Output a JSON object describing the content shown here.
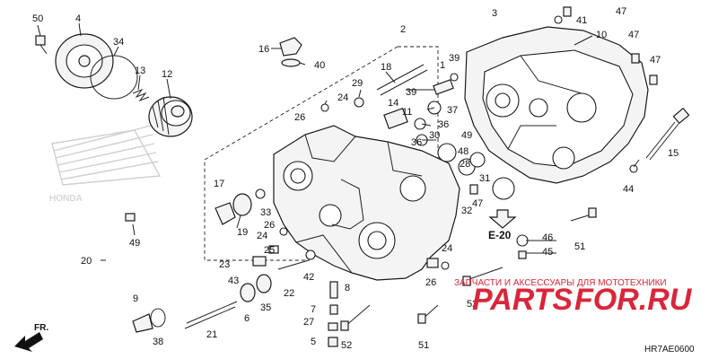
{
  "part_labels": {
    "p50": "50",
    "p4": "4",
    "p34": "34",
    "p13": "13",
    "p12": "12",
    "p16": "16",
    "p40": "40",
    "p2": "2",
    "p18": "18",
    "p1": "1",
    "p39a": "39",
    "p39b": "39",
    "p29": "29",
    "p24a": "24",
    "p26a": "26",
    "p14": "14",
    "p11": "11",
    "p37": "37",
    "p36a": "36",
    "p36b": "36",
    "p30": "30",
    "p48": "48",
    "p49a": "49",
    "p28": "28",
    "p31": "31",
    "p3": "3",
    "p47a": "47",
    "p41": "41",
    "p10": "10",
    "p47b": "47",
    "p47c": "47",
    "p47d": "47",
    "p15": "15",
    "p44": "44",
    "p17": "17",
    "p19": "19",
    "p33": "33",
    "p26b": "26",
    "p24b": "24",
    "p32": "32",
    "p49b": "49",
    "p20": "20",
    "p25": "25",
    "p23": "23",
    "p42": "42",
    "p43": "43",
    "p22": "22",
    "p8": "8",
    "p35": "35",
    "p6": "6",
    "p7": "7",
    "p27": "27",
    "p5": "5",
    "p9": "9",
    "p38": "38",
    "p21": "21",
    "p52a": "52",
    "p52b": "52",
    "p51a": "51",
    "p51b": "51",
    "p24c": "24",
    "p26c": "26",
    "p46": "46",
    "p45": "45"
  },
  "ref_label": "E-20",
  "fr_label": "FR.",
  "diagram_code": "HR7AE0600",
  "watermark": {
    "caption": "ЗАПЧАСТИ И АКСЕССУАРЫ ДЛЯ МОТОТЕХНИКИ",
    "brand_left": "PARTS",
    "brand_right": "FOR.RU",
    "honda": "HONDA",
    "brand_color": "#d9263a"
  }
}
